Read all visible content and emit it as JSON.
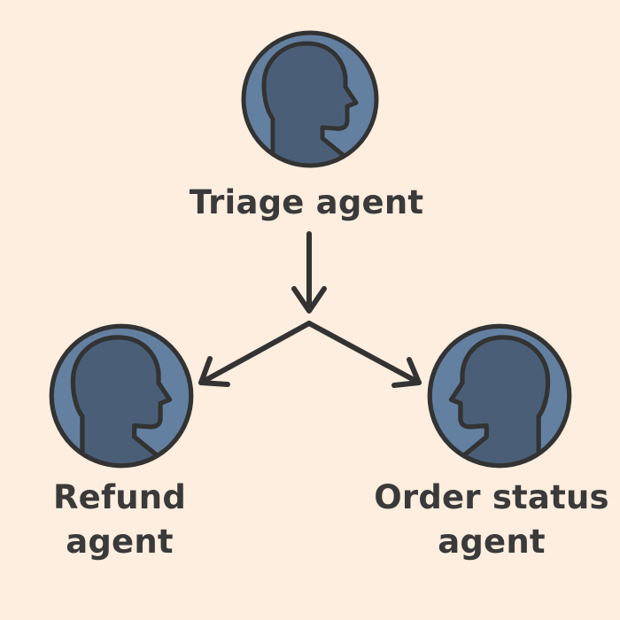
{
  "colors": {
    "background": "#fdeedf",
    "avatar_fill": "#6480a1",
    "silhouette_fill": "#4a5f77",
    "outline": "#333333",
    "text": "#3a3a3a"
  },
  "nodes": {
    "triage": {
      "icon": "person-avatar-icon",
      "label": "Triage agent"
    },
    "refund": {
      "icon": "person-avatar-icon",
      "label_line1": "Refund",
      "label_line2": "agent"
    },
    "order_status": {
      "icon": "person-avatar-icon",
      "label_line1": "Order status",
      "label_line2": "agent"
    }
  },
  "edges": [
    {
      "from": "triage",
      "to": "refund"
    },
    {
      "from": "triage",
      "to": "order_status"
    }
  ]
}
